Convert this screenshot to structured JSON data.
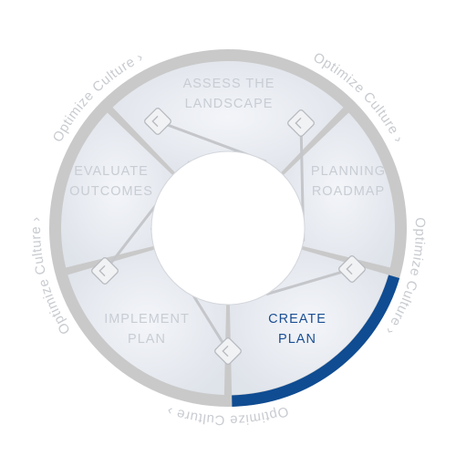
{
  "diagram": {
    "outer_label": "Optimize Culture",
    "outer_label_suffix": "›",
    "segments": [
      {
        "line1": "ASSESS THE",
        "line2": "LANDSCAPE",
        "active": false
      },
      {
        "line1": "PLANNING",
        "line2": "ROADMAP",
        "active": false
      },
      {
        "line1": "CREATE",
        "line2": "PLAN",
        "active": true
      },
      {
        "line1": "IMPLEMENT",
        "line2": "PLAN",
        "active": false
      },
      {
        "line1": "EVALUATE",
        "line2": "OUTCOMES",
        "active": false
      }
    ],
    "colors": {
      "active_text": "#1b4f93",
      "active_arc": "#0f4c92",
      "inactive_text": "#c8cdd4",
      "outer_label": "#c8cbd0",
      "ring": "#c9c9c9",
      "segment_fill": "#e8ebf1",
      "connector": "#c4c6ca"
    }
  }
}
